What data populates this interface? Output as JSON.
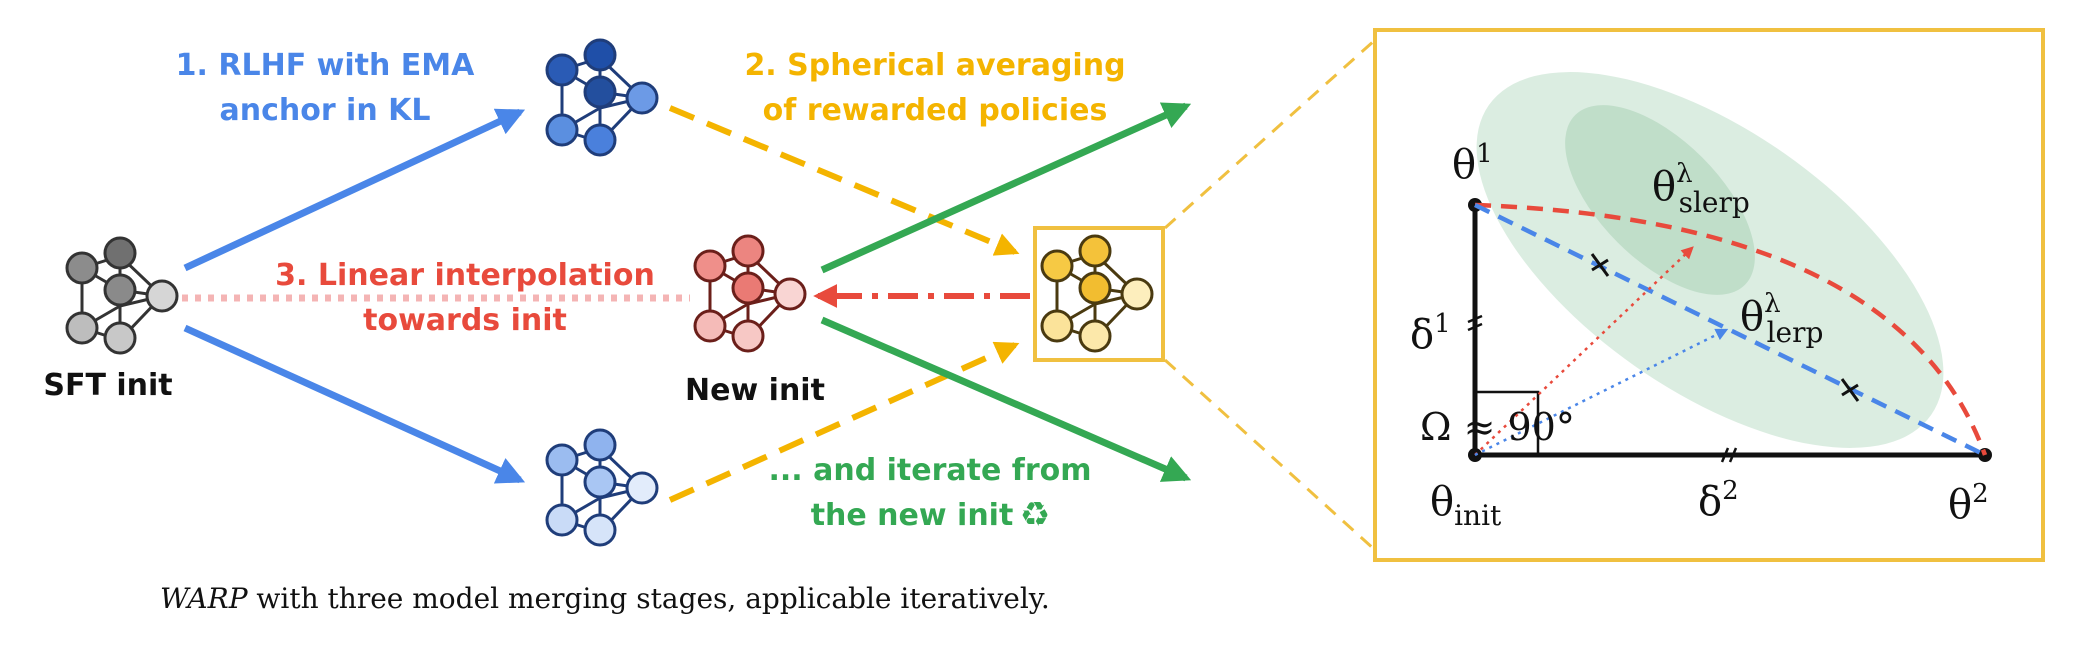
{
  "labels": {
    "rlhf_line1": "1. RLHF with EMA",
    "rlhf_line2": "anchor in KL",
    "slerp_line1": "2. Spherical averaging",
    "slerp_line2": "of rewarded policies",
    "lerp_line1": "3. Linear interpolation",
    "lerp_line2": "towards init",
    "iterate_line1": "... and iterate from",
    "iterate_line2": "the new init",
    "recycle_icon": "♻",
    "sft_init": "SFT init",
    "new_init": "New init"
  },
  "inset": {
    "theta1_base": "θ",
    "theta1_sup": "1",
    "theta2_base": "θ",
    "theta2_sup": "2",
    "theta_init_base": "θ",
    "theta_init_sub": "init",
    "delta1_base": "δ",
    "delta1_sup": "1",
    "delta2_base": "δ",
    "delta2_sup": "2",
    "omega": "Ω ≈ 90°",
    "slerp_base": "θ",
    "slerp_sup": "λ",
    "slerp_sub": "slerp",
    "lerp_base": "θ",
    "lerp_sup": "λ",
    "lerp_sub": "lerp"
  },
  "caption": {
    "italic": "WARP",
    "rest": " with three model merging stages, applicable iteratively."
  },
  "colors": {
    "blue": "#4a86e8",
    "yellow": "#f4b400",
    "red": "#e84a3c",
    "green": "#34a853",
    "pink": "#f4b4b4",
    "inset_border": "#f0c040",
    "ellipse": "#d5eadc"
  }
}
